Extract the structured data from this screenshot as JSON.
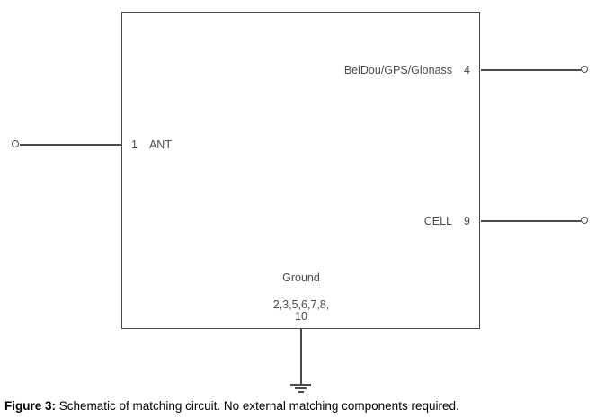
{
  "diagram": {
    "pins": {
      "ant": {
        "number": "1",
        "label": "ANT"
      },
      "beidou": {
        "label": "BeiDou/GPS/Glonass",
        "number": "4"
      },
      "cell": {
        "label": "CELL",
        "number": "9"
      },
      "ground": {
        "label": "Ground",
        "numbers_line1": "2,3,5,6,7,8,",
        "numbers_line2": "10"
      }
    }
  },
  "caption": {
    "prefix": "Figure 3:",
    "text": " Schematic of matching circuit. No external matching components required."
  },
  "colors": {
    "line": "#4a4a4a",
    "text": "#4a4a4a",
    "caption": "#000000",
    "background": "#ffffff"
  }
}
